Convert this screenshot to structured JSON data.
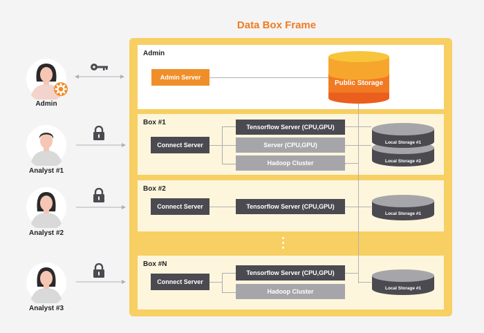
{
  "title": "Data Box Frame",
  "admin": {
    "section_label": "Admin",
    "server": "Admin Server",
    "storage": "Public Storage"
  },
  "people": [
    {
      "label": "Admin"
    },
    {
      "label": "Analyst #1"
    },
    {
      "label": "Analyst #2"
    },
    {
      "label": "Analyst #3"
    }
  ],
  "boxes": [
    {
      "label": "Box #1",
      "connect": "Connect Server",
      "servers": [
        "Tensorflow Server (CPU,GPU)",
        "Server (CPU,GPU)",
        "Hadoop Cluster"
      ],
      "storages": [
        "Local Storage #1",
        "Local Storage #2"
      ]
    },
    {
      "label": "Box #2",
      "connect": "Connect Server",
      "servers": [
        "Tensorflow Server (CPU,GPU)"
      ],
      "storages": [
        "Local Storage #1"
      ]
    },
    {
      "label": "Box #N",
      "connect": "Connect Server",
      "servers": [
        "Tensorflow Server (CPU,GPU)",
        "Hadoop Cluster"
      ],
      "storages": [
        "Local Storage #1"
      ]
    }
  ],
  "colors": {
    "accent": "#f07c22",
    "frame": "#f7cf62",
    "box_bg": "#fdf6dd",
    "dark_server": "#4b4a51",
    "light_server": "#a6a6aa"
  },
  "icons": [
    "key-icon",
    "lock-icon",
    "gear-icon",
    "person-icon"
  ]
}
